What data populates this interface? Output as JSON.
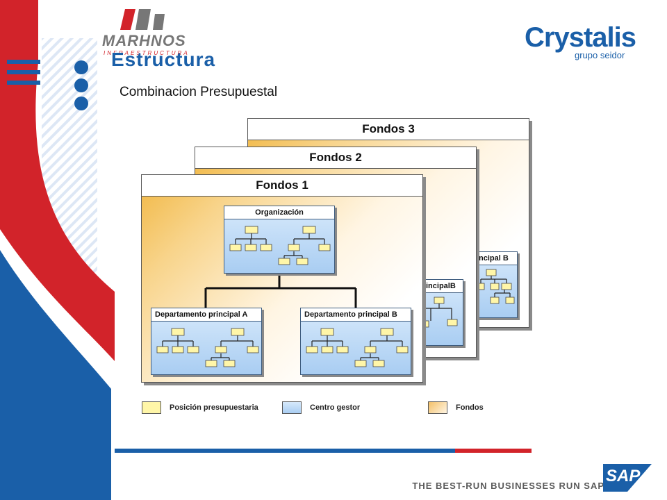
{
  "header": {
    "logo_left": "MARHNOS",
    "logo_left_sub": "INFRAESTRUCTURA",
    "logo_right": "Crystalis",
    "logo_right_sub": "grupo seidor",
    "title": "Estructura",
    "subtitle": "Combinacion Presupuestal"
  },
  "diagram": {
    "funds": [
      {
        "label": "Fondos 3",
        "peek_node": "ncipal B"
      },
      {
        "label": "Fondos 2",
        "peek_node": "incipalB"
      },
      {
        "label": "Fondos 1"
      }
    ],
    "org_node": "Organización",
    "dept_a": "Departamento principal A",
    "dept_b": "Departamento principal B"
  },
  "legend": [
    {
      "label": "Posición presupuestaria",
      "color": "#fff6a8"
    },
    {
      "label": "Centro gestor",
      "color": "#aed0f3"
    },
    {
      "label": "Fondos",
      "color": "#f6c67a"
    }
  ],
  "footer": {
    "tagline": "THE BEST-RUN BUSINESSES RUN SAP",
    "sap_logo": "SAP"
  },
  "colors": {
    "accent_red": "#d2232a",
    "accent_blue": "#1a5fa8",
    "position_yellow": "#fff6a8",
    "center_blue": "#aed0f3",
    "fund_orange": "#f6c67a"
  }
}
